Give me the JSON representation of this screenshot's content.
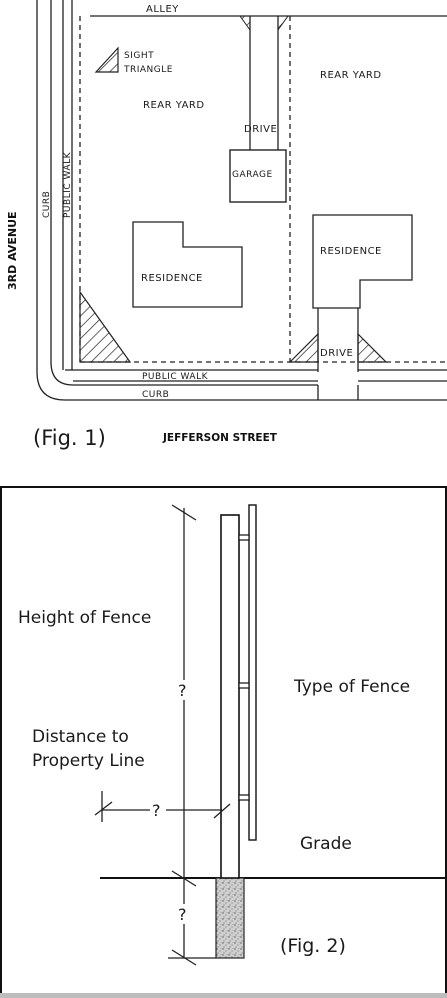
{
  "fig1": {
    "alley": "ALLEY",
    "sight_triangle_line1": "SIGHT",
    "sight_triangle_line2": "TRIANGLE",
    "rear_yard_left": "REAR YARD",
    "rear_yard_right": "REAR YARD",
    "drive_top": "DRIVE",
    "garage": "GARAGE",
    "curb_vertical": "CURB",
    "public_walk_vertical": "PUBLIC WALK",
    "third_avenue": "3RD AVENUE",
    "residence_left": "RESIDENCE",
    "residence_right": "RESIDENCE",
    "drive_bottom": "DRIVE",
    "public_walk_horizontal": "PUBLIC WALK",
    "curb_horizontal": "CURB",
    "caption": "(Fig. 1)",
    "jefferson_street": "JEFFERSON STREET"
  },
  "fig2": {
    "height_of_fence": "Height of Fence",
    "type_of_fence": "Type of Fence",
    "distance_line1": "Distance to",
    "distance_line2": "Property Line",
    "grade": "Grade",
    "q_height": "?",
    "q_distance": "?",
    "q_depth": "?",
    "caption": "(Fig. 2)"
  }
}
